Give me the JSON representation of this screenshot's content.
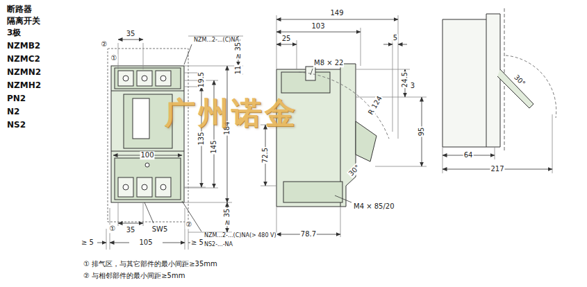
{
  "diagram": {
    "labels": [
      "断路器",
      "隔离开关",
      "3极",
      "NZMB2",
      "NZMC2",
      "NZMN2",
      "NZMH2",
      "PN2",
      "N2",
      "NS2",
      "②",
      "①",
      "35",
      "NZM...2-...(C)NA",
      "≥ 35",
      "11",
      "19.5",
      "135",
      "145",
      "184",
      "100",
      "≥ 35",
      "35",
      "SW5",
      "①",
      "②",
      "≥ 5",
      "105",
      "≥ 5",
      "NZM...2-...(C)NA(> 480 V)",
      "NS2-...-NA",
      "① 排气区，与其它部件的最小间距≥35mm",
      "② 与相邻部件的最小间距≥5mm",
      "149",
      "103",
      "25",
      "5",
      "M8 × 22",
      "24.5",
      "3",
      "R 124",
      "95",
      "72.5",
      "M4 × 85/20",
      "78.7",
      "30°",
      "30°",
      "64",
      "217",
      "广州诺金"
    ]
  }
}
